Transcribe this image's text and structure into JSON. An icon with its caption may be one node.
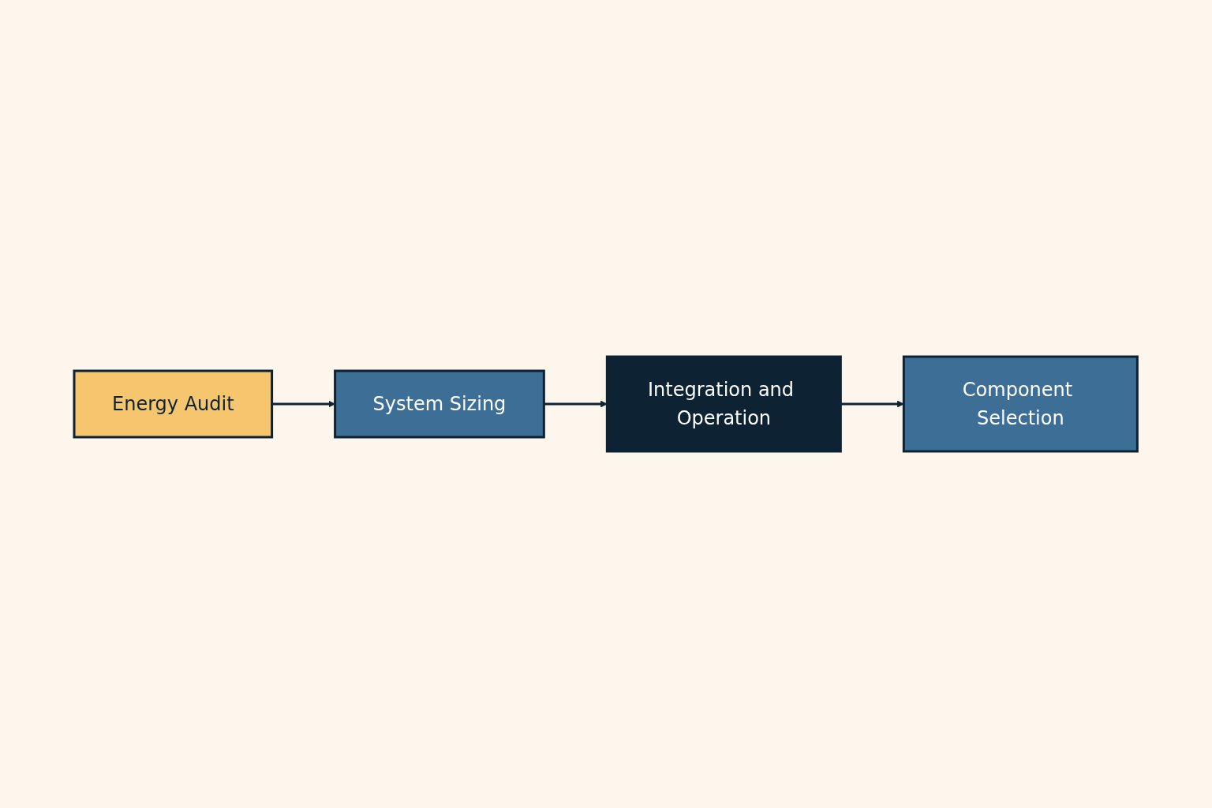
{
  "diagram": {
    "nodes": [
      {
        "text": [
          "Energy Audit"
        ]
      },
      {
        "text": [
          "System Sizing"
        ]
      },
      {
        "text": [
          "Component Selection"
        ]
      },
      {
        "text": [
          "Integration and Operation"
        ]
      }
    ],
    "edges": [
      {
        "from": 0,
        "to": 1,
        "arrow": "to"
      },
      {
        "from": 1,
        "to": 3,
        "arrow": "to"
      },
      {
        "from": 3,
        "to": 2,
        "arrow": "to"
      }
    ]
  }
}
